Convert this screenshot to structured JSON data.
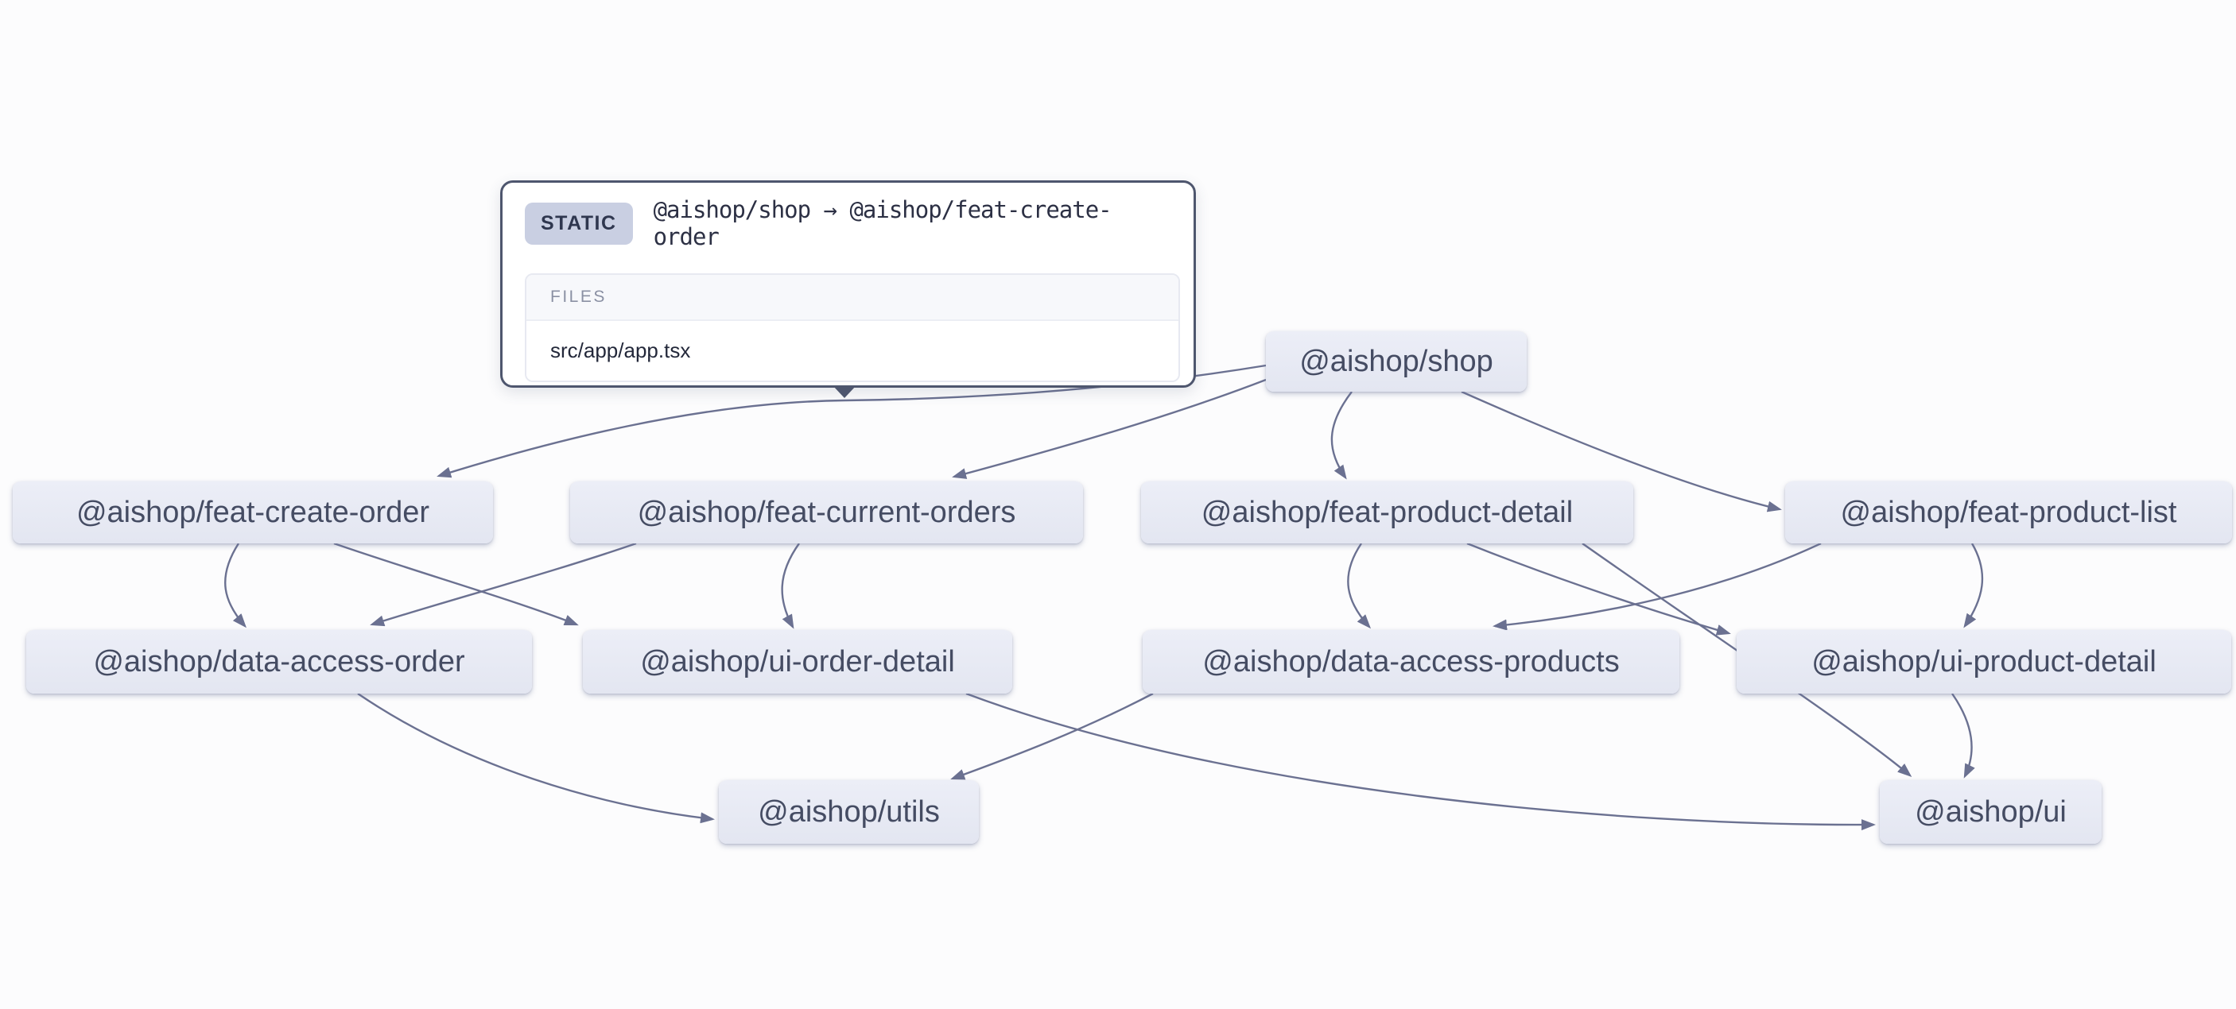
{
  "app": {
    "view": "project-dependency-graph"
  },
  "tooltip": {
    "badge": "STATIC",
    "title": "@aishop/shop → @aishop/feat-create-order",
    "files_header": "FILES",
    "files": [
      "src/app/app.tsx"
    ]
  },
  "nodes": [
    {
      "id": "shop",
      "label": "@aishop/shop"
    },
    {
      "id": "feat-create-order",
      "label": "@aishop/feat-create-order"
    },
    {
      "id": "feat-current-orders",
      "label": "@aishop/feat-current-orders"
    },
    {
      "id": "feat-product-detail",
      "label": "@aishop/feat-product-detail"
    },
    {
      "id": "feat-product-list",
      "label": "@aishop/feat-product-list"
    },
    {
      "id": "data-access-order",
      "label": "@aishop/data-access-order"
    },
    {
      "id": "ui-order-detail",
      "label": "@aishop/ui-order-detail"
    },
    {
      "id": "data-access-products",
      "label": "@aishop/data-access-products"
    },
    {
      "id": "ui-product-detail",
      "label": "@aishop/ui-product-detail"
    },
    {
      "id": "utils",
      "label": "@aishop/utils"
    },
    {
      "id": "ui",
      "label": "@aishop/ui"
    }
  ],
  "edges": [
    {
      "source": "@aishop/shop",
      "target": "@aishop/feat-create-order",
      "type": "static",
      "hovered": true
    },
    {
      "source": "@aishop/shop",
      "target": "@aishop/feat-current-orders",
      "type": "static"
    },
    {
      "source": "@aishop/shop",
      "target": "@aishop/feat-product-detail",
      "type": "static"
    },
    {
      "source": "@aishop/shop",
      "target": "@aishop/feat-product-list",
      "type": "static"
    },
    {
      "source": "@aishop/feat-create-order",
      "target": "@aishop/data-access-order",
      "type": "static"
    },
    {
      "source": "@aishop/feat-create-order",
      "target": "@aishop/ui-order-detail",
      "type": "static"
    },
    {
      "source": "@aishop/feat-current-orders",
      "target": "@aishop/data-access-order",
      "type": "static"
    },
    {
      "source": "@aishop/feat-current-orders",
      "target": "@aishop/ui-order-detail",
      "type": "static"
    },
    {
      "source": "@aishop/feat-product-detail",
      "target": "@aishop/data-access-products",
      "type": "static"
    },
    {
      "source": "@aishop/feat-product-detail",
      "target": "@aishop/ui-product-detail",
      "type": "static"
    },
    {
      "source": "@aishop/feat-product-detail",
      "target": "@aishop/ui",
      "type": "static"
    },
    {
      "source": "@aishop/feat-product-list",
      "target": "@aishop/data-access-products",
      "type": "static"
    },
    {
      "source": "@aishop/feat-product-list",
      "target": "@aishop/ui-product-detail",
      "type": "static"
    },
    {
      "source": "@aishop/data-access-order",
      "target": "@aishop/utils",
      "type": "static"
    },
    {
      "source": "@aishop/data-access-products",
      "target": "@aishop/utils",
      "type": "static"
    },
    {
      "source": "@aishop/ui-order-detail",
      "target": "@aishop/ui",
      "type": "static"
    },
    {
      "source": "@aishop/ui-product-detail",
      "target": "@aishop/ui",
      "type": "static"
    }
  ],
  "colors": {
    "edge": "#6b7191",
    "node_background": "#e6e9f3",
    "node_text": "#454c63",
    "tooltip_border": "#4e566e",
    "badge_background": "#c9cfe2",
    "badge_text": "#2f374f",
    "page_background": "#fcfcfd"
  }
}
